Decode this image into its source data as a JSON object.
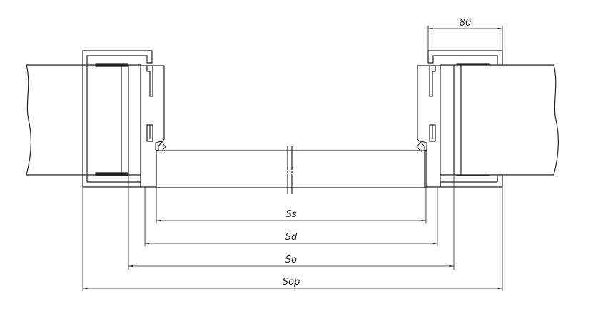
{
  "drawing": {
    "stroke_color": "#222222",
    "background": "#ffffff",
    "wall_fill": "#ffffff"
  },
  "dimensions": {
    "frame_depth": "80",
    "ss": "Ss",
    "sd": "Sd",
    "so": "So",
    "sop": "Sop"
  }
}
